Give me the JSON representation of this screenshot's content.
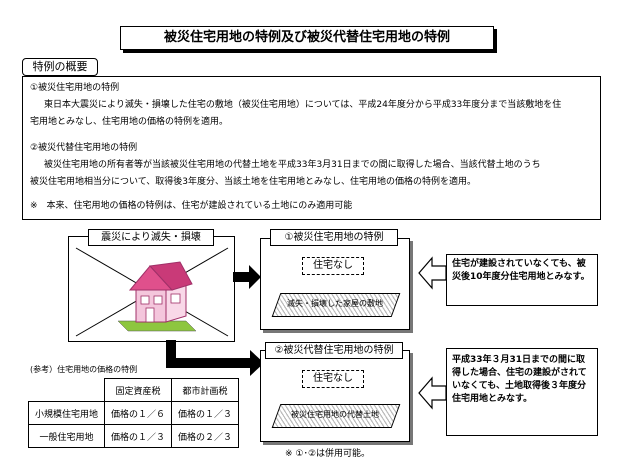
{
  "title": "被災住宅用地の特例及び被災代替住宅用地の特例",
  "overview": {
    "tab_label": "特例の概要",
    "item1_heading": "①被災住宅用地の特例",
    "item1_line1": "東日本大震災により滅失・損壊した住宅の敷地（被災住宅用地）については、平成24年度分から平成33年度分まで当該敷地を住",
    "item1_line2": "宅用地とみなし、住宅用地の価格の特例を適用。",
    "item2_heading": "②被災代替住宅用地の特例",
    "item2_line1": "被災住宅用地の所有者等が当該被災住宅用地の代替土地を平成33年3月31日までの間に取得した場合、当該代替土地のうち",
    "item2_line2": "被災住宅用地相当分について、取得後3年度分、当該土地を住宅用地とみなし、住宅用地の価格の特例を適用。",
    "note": "※　本来、住宅用地の価格の特例は、住宅が建設されている土地にのみ適用可能"
  },
  "diagram": {
    "quake_label": "震災により滅失・損壊",
    "special1_label": "①被災住宅用地の特例",
    "special1_no_house": "住宅なし",
    "special1_land": "滅失・損壊した家屋の敷地",
    "special1_note": "住宅が建設されていなくても、被災後10年度分住宅用地とみなす。",
    "special2_label": "②被災代替住宅用地の特例",
    "special2_no_house": "住宅なし",
    "special2_land": "被災住宅用地の代替土地",
    "special2_note": "平成33年３月31日までの間に取得した場合、住宅の建設がされていなくても、土地取得後３年度分住宅用地とみなす。",
    "combined_note": "※ ①･②は併用可能。"
  },
  "reference_table": {
    "caption": "(参考）住宅用地の価格の特例",
    "headers": [
      "",
      "固定資産税",
      "都市計画税"
    ],
    "rows": [
      [
        "小規模住宅用地",
        "価格の１／６",
        "価格の１／３"
      ],
      [
        "一般住宅用地",
        "価格の１／３",
        "価格の２／３"
      ]
    ]
  },
  "colors": {
    "house_roof": "#e0508c",
    "house_wall": "#f4c6dc",
    "ground": "#8dc63f",
    "hatch": "#bbbbbb"
  }
}
